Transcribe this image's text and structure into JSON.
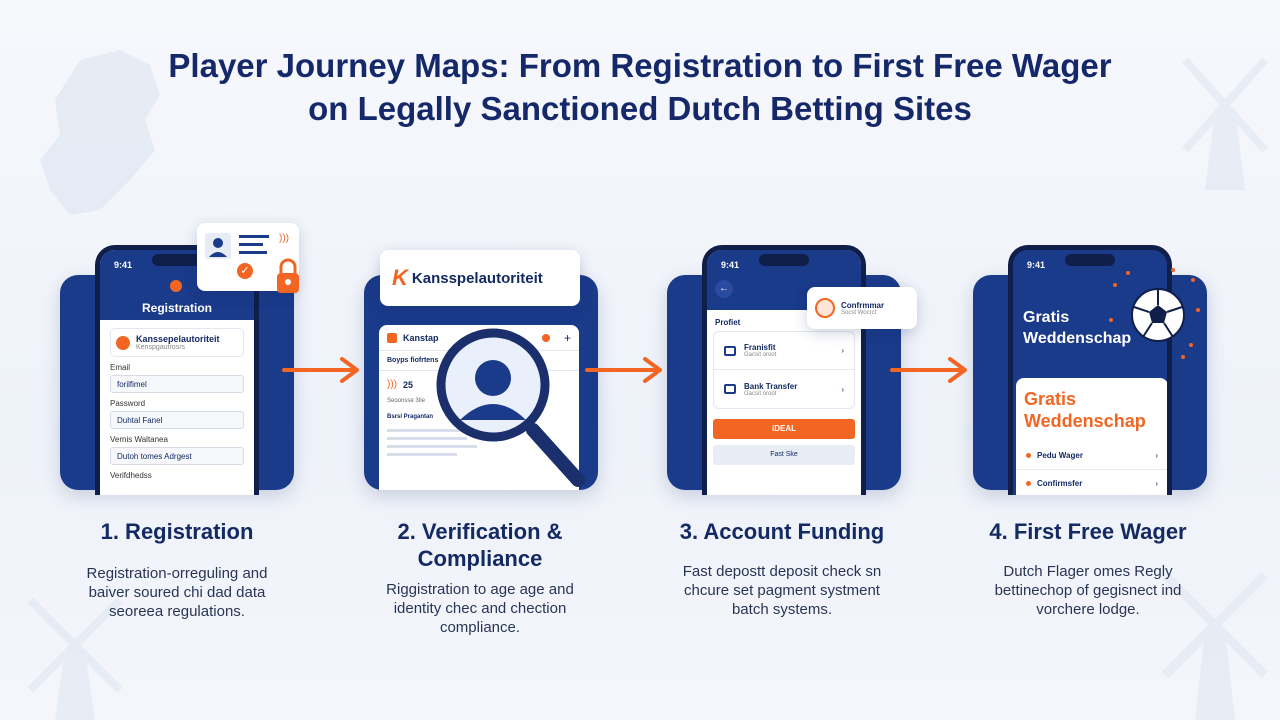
{
  "title": {
    "line1": "Player Journey Maps: From Registration to First Free Wager",
    "line2": "on Legally Sanctioned Dutch Betting Sites"
  },
  "colors": {
    "navy": "#1a3a8a",
    "orange": "#f26522",
    "text": "#142a63"
  },
  "steps": [
    {
      "title": "1. Registration",
      "desc": [
        "Registration-orreguling and",
        "baiver soured chi dad data",
        "seoreea regulations."
      ],
      "phone": {
        "time": "9:41",
        "header": "Registration",
        "brand": "Kanssepelautoriteit",
        "brand_sub": "Kenspgautrosrs",
        "fields": [
          {
            "label": "Email",
            "value": "forilfimel"
          },
          {
            "label": "Password",
            "value": "Duhtal Fanel"
          },
          {
            "label": "Vernis Waltanea",
            "value": "Dutoh tomes Adrgest"
          }
        ],
        "footer": "Verifdhedss"
      }
    },
    {
      "title": "2. Verification & Compliance",
      "title_l1": "2. Verification &",
      "title_l2": "Compliance",
      "desc": [
        "Riggistration to age age and",
        "identity chec and chection",
        "compliance."
      ],
      "card_brand": "Kansspelautoriteit",
      "screen": {
        "tab": "Kanstap",
        "plus": "+",
        "row1": "Boyps fiofrtens",
        "row2": "Bsrsl Pragantan",
        "num": "25",
        "sub": "Seoonsse 3Iie"
      }
    },
    {
      "title": "3. Account Funding",
      "desc": [
        "Fast depostt deposit check sn",
        "chcure set pagment systment",
        "batch systems."
      ],
      "phone": {
        "time": "9:41",
        "profile": "Profiet",
        "popup_title": "Confrmmar",
        "popup_sub": "Socst Wocrct",
        "methods": [
          {
            "name": "Franisfit",
            "sub": "Gacsit oroot"
          },
          {
            "name": "Bank Transfer",
            "sub": "Gacsit oroot"
          }
        ],
        "ideal": "iDEAL",
        "other": "Fast Ske"
      }
    },
    {
      "title": "4. First Free Wager",
      "desc": [
        "Dutch Flager omes Regly",
        "bettinechop of gegisnect ind",
        "vorchere lodge."
      ],
      "phone": {
        "time": "9:41",
        "header_l1": "Gratis",
        "header_l2": "Weddenschap",
        "card_l1": "Gratis",
        "card_l2": "Weddenschap",
        "rows": [
          "Pedu Wager",
          "Confirmsfer"
        ]
      }
    }
  ]
}
